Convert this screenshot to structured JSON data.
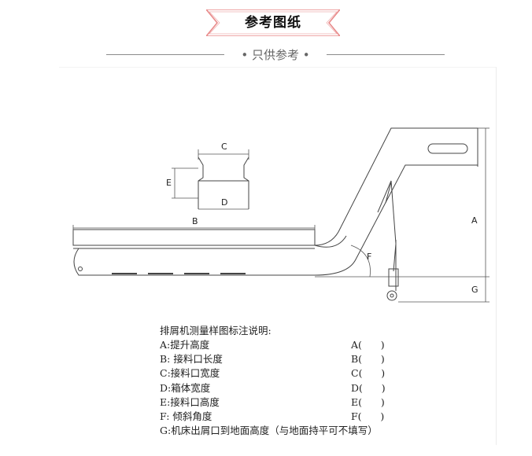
{
  "banner": {
    "title": "参考图纸"
  },
  "subtitle": {
    "text": "• 只供参考 •"
  },
  "dimensions": {
    "A": "A",
    "B": "B",
    "C": "C",
    "D": "D",
    "E": "E",
    "F": "F",
    "G": "G"
  },
  "legend": {
    "heading": "排屑机测量样图标注说明:",
    "items": [
      {
        "label": "A:提升高度",
        "blank": "A(      )"
      },
      {
        "label": "B: 接料口长度",
        "blank": "B(      )"
      },
      {
        "label": "C:接料口宽度",
        "blank": "C(      )"
      },
      {
        "label": "D:箱体宽度",
        "blank": "D(      )"
      },
      {
        "label": "E:接料口高度",
        "blank": "E(      )"
      },
      {
        "label": "F:  倾斜角度",
        "blank": "F(      )"
      },
      {
        "label": "G:机床出屑口到地面高度（与地面持平可不填写）",
        "blank": ""
      }
    ]
  },
  "colors": {
    "banner_accent": "#e88a8a",
    "line": "#444444"
  }
}
